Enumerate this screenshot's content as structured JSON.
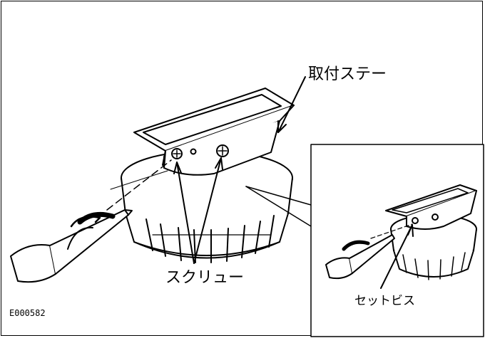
{
  "labels": {
    "mounting_bracket": "取付ステー",
    "screw": "スクリュー",
    "set_screw": "セットビス",
    "figure_code": "E000582"
  },
  "icons": [
    "screwdriver-icon",
    "rotation-arrow-icon",
    "leader-arrow-icon"
  ],
  "colors": {
    "line": "#000000",
    "background": "#ffffff"
  }
}
